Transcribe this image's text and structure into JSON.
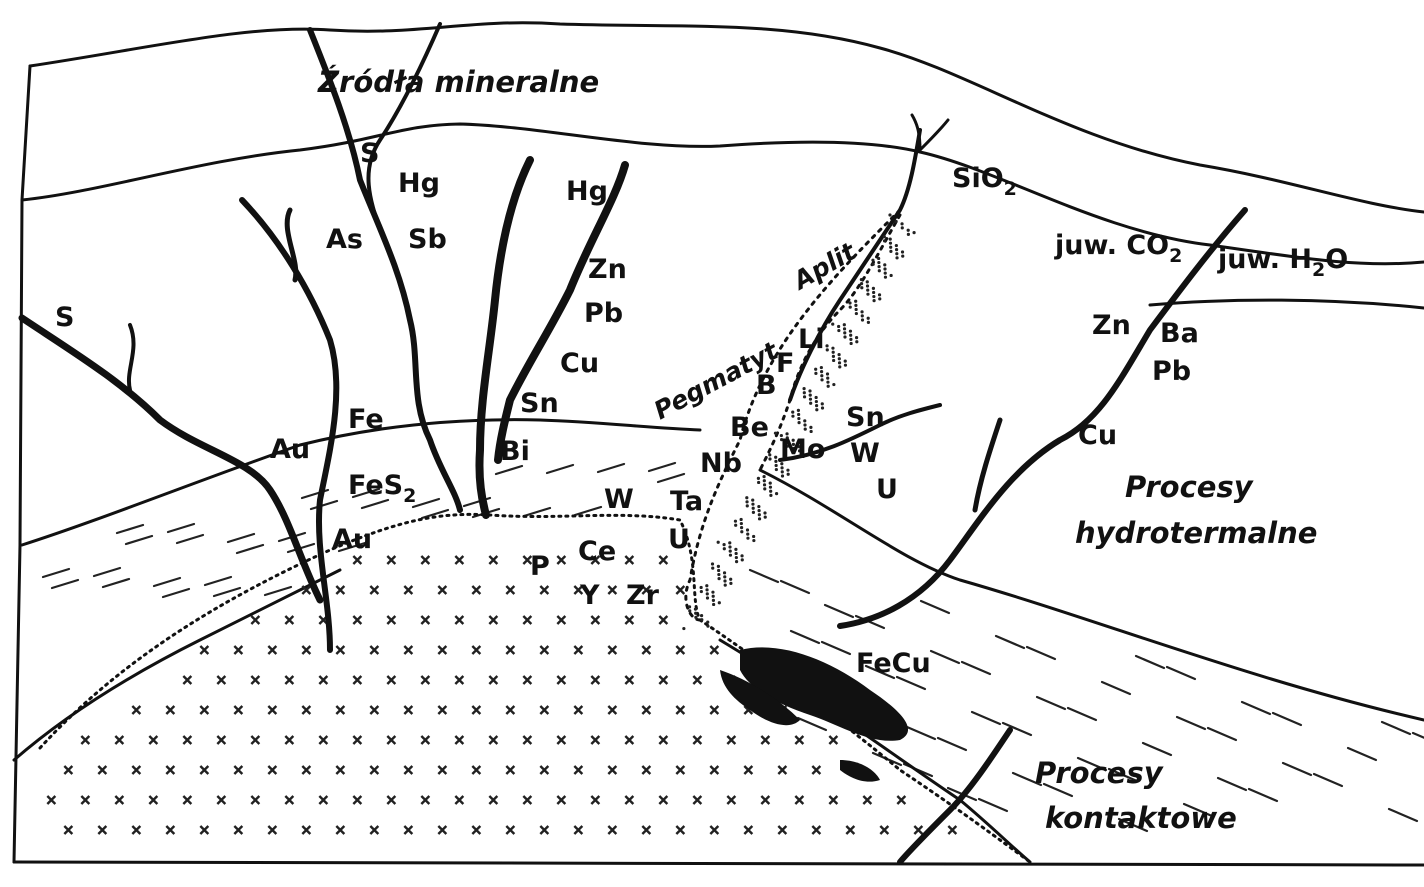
{
  "zones": {
    "mineral_springs": "Źródła mineralne",
    "hydrothermal": [
      "Procesy",
      "hydrotermalne"
    ],
    "contact": [
      "Procesy",
      "kontaktowe"
    ],
    "pegmatite": "Pegmatyt",
    "aplite": "Aplit",
    "juv_co2": "juw. CO",
    "juv_co2_sub": "2",
    "juv_h2o": "juw. H",
    "juv_h2o_sub": "2",
    "juv_h2o_tail": "O",
    "sio2": "SiO",
    "sio2_sub": "2"
  },
  "elements": {
    "s_left": "S",
    "s_top": "S",
    "hg_top": "Hg",
    "as": "As",
    "sb": "Sb",
    "hg_right": "Hg",
    "zn_mid": "Zn",
    "pb_mid": "Pb",
    "cu_mid": "Cu",
    "sn_mid": "Sn",
    "fe": "Fe",
    "au_top": "Au",
    "fes": "FeS",
    "fes_sub": "2",
    "au_bottom": "Au",
    "bi": "Bi",
    "w_mid": "W",
    "ta": "Ta",
    "ce": "Ce",
    "p": "P",
    "u_mid": "U",
    "y": "Y",
    "zr": "Zr",
    "li": "Li",
    "f": "F",
    "b": "B",
    "be": "Be",
    "nb": "Nb",
    "mo": "Mo",
    "sn_right": "Sn",
    "w_right": "W",
    "u_right": "U",
    "zn_right": "Zn",
    "ba": "Ba",
    "pb_right": "Pb",
    "cu_right": "Cu",
    "fecu": "FeCu"
  },
  "colors": {
    "ink": "#111111",
    "paper": "#ffffff"
  }
}
